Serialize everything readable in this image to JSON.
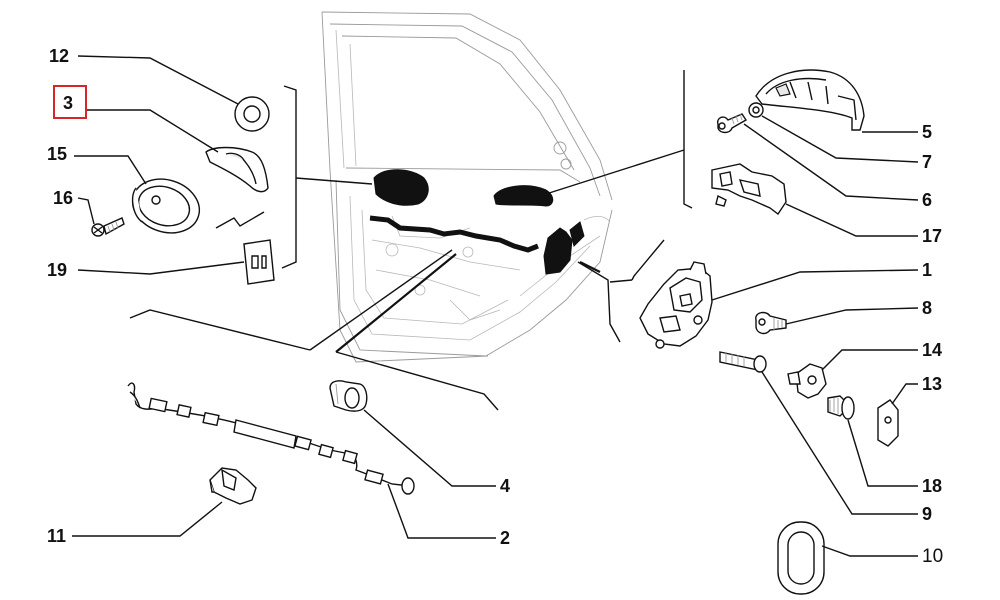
{
  "highlight_color": "#d9252a",
  "callouts": {
    "p12": "12",
    "p3": "3",
    "p15": "15",
    "p16": "16",
    "p19": "19",
    "p5": "5",
    "p7": "7",
    "p6": "6",
    "p17": "17",
    "p1": "1",
    "p8": "8",
    "p14": "14",
    "p13": "13",
    "p18": "18",
    "p9": "9",
    "p10": "10",
    "p4": "4",
    "p2": "2",
    "p11": "11"
  },
  "highlighted_callout": "3"
}
